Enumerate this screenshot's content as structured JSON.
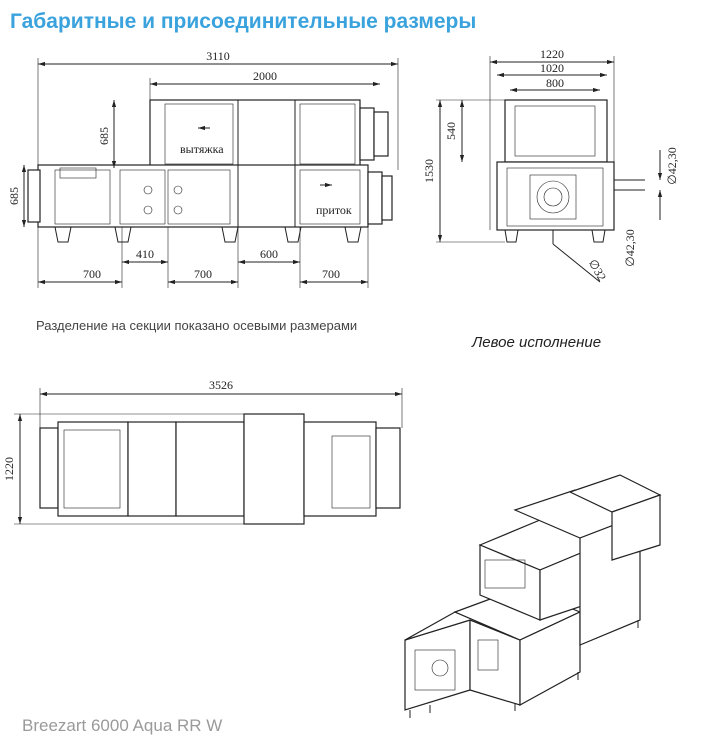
{
  "title": "Габаритные и присоединительные размеры",
  "note": "Разделение на секции показано осевыми размерами",
  "variant": "Левое исполнение",
  "model": "Breezart 6000 Aqua RR W",
  "side_view": {
    "dims": {
      "total_length": "3110",
      "upper_length": "2000",
      "upper_height": "685",
      "lower_height": "685",
      "seg_410": "410",
      "seg_600": "600",
      "bot_700_left": "700",
      "bot_700_mid": "700",
      "bot_700_right": "700"
    },
    "labels": {
      "exhaust": "вытяжка",
      "supply": "приток"
    }
  },
  "front_view": {
    "dims": {
      "width_1220": "1220",
      "width_1020": "1020",
      "width_800": "800",
      "height_540": "540",
      "height_1530": "1530",
      "pipe_right": "∅42,30",
      "pipe_bottom": "∅42,30",
      "drain": "∅32"
    }
  },
  "top_view": {
    "dims": {
      "length": "3526",
      "width": "1220"
    }
  },
  "colors": {
    "title": "#3aa2dc",
    "model": "#9a9a9a",
    "lines": "#222222"
  }
}
